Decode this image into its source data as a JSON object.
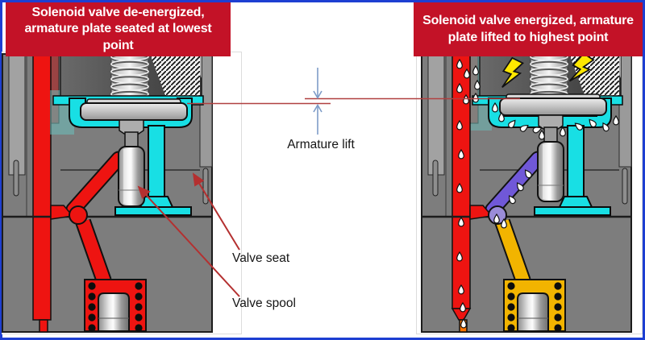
{
  "banners": {
    "left": {
      "text": "Solenoid valve de-energized, armature plate seated at lowest point"
    },
    "right": {
      "text": "Solenoid valve energized, armature plate lifted to highest point"
    }
  },
  "annotations": {
    "armature_lift": "Armature lift",
    "valve_seat": "Valve seat",
    "valve_spool": "Valve spool"
  },
  "colors": {
    "border_blue": "#1d3fd2",
    "banner_red": "#c31227",
    "fluid_red": "#ee1411",
    "fluid_cyan": "#18dfe4",
    "fluid_purple": "#7058d8",
    "fluid_yellow": "#f2b400",
    "body_gray": "#7d7d7d",
    "dark_red_strip": "#9a4343",
    "annotation_red": "#b43030",
    "ref_line_red": "#b04040",
    "dimension_blue": "#7e9cc8",
    "bolt_yellow": "#ffe800",
    "stem_orange": "#ff7300",
    "ball_purple": "#9a8cd8",
    "text_black": "#151515",
    "banner_text": "#ffffff"
  }
}
